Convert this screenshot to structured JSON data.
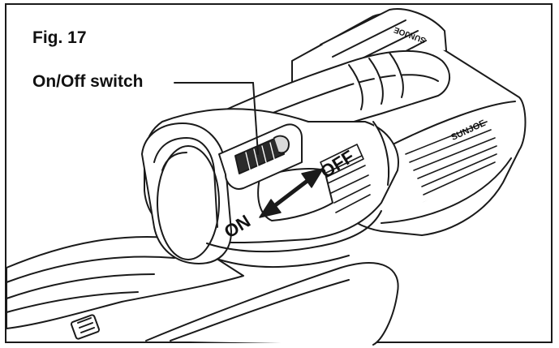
{
  "figure": {
    "label": "Fig. 17",
    "callout": "On/Off switch",
    "position_on": "ON",
    "position_off": "OFF",
    "brand_mark_1": "SUNJOE",
    "brand_mark_2": "SUNJOE"
  },
  "colors": {
    "line": "#1a1a1a",
    "fill": "#ffffff",
    "shade": "#d9d9d9",
    "dark": "#2b2b2b"
  }
}
